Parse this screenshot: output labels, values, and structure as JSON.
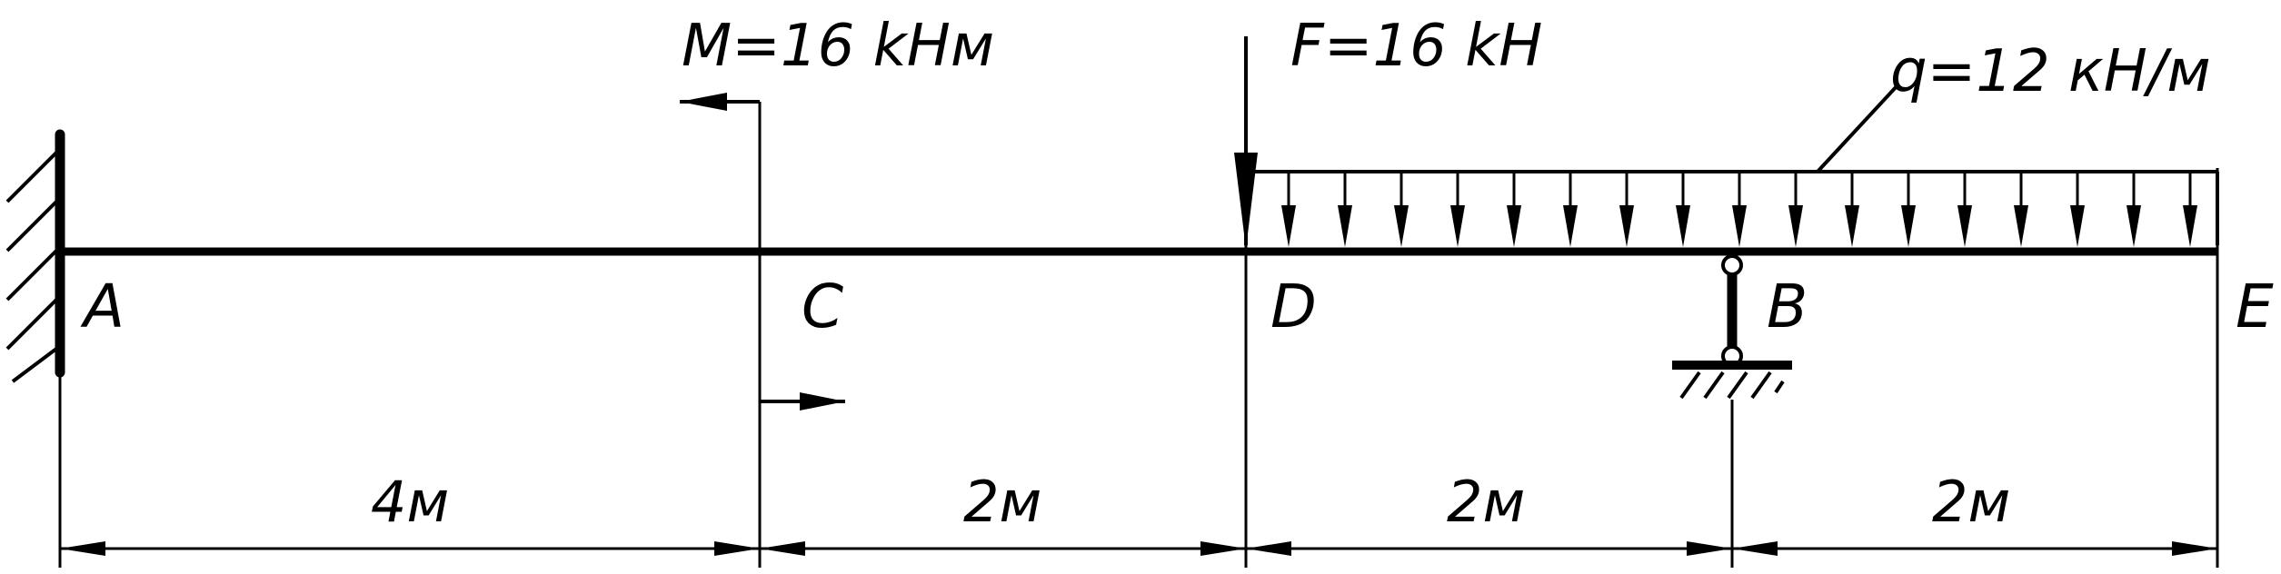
{
  "points": {
    "a": "A",
    "c": "C",
    "d": "D",
    "b": "B",
    "e": "E"
  },
  "loads": {
    "moment_label": "M=16 kHм",
    "force_label": "F=16 kH",
    "distributed_label": "q=12 кН/м"
  },
  "dimensions": {
    "ac": "4м",
    "cd": "2м",
    "db": "2м",
    "be": "2м"
  },
  "colors": {
    "ink": "#000000",
    "background": "#ffffff"
  }
}
